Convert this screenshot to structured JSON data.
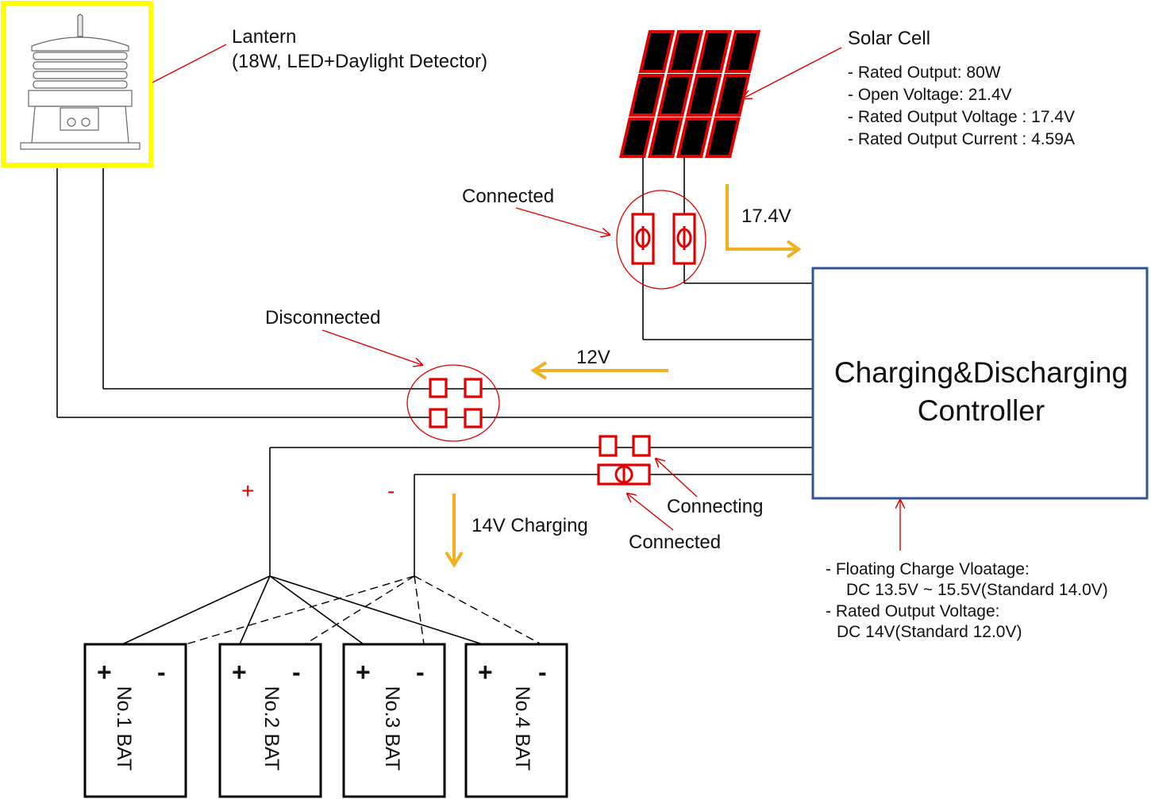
{
  "colors": {
    "lantern_border": "#ffff00",
    "controller_border": "#2f5597",
    "red": "#e00000",
    "flow_arrow": "#f0b020",
    "solar_cell_fill": "#000000"
  },
  "lantern": {
    "title": "Lantern",
    "subtitle": "(18W,  LED+Daylight Detector)"
  },
  "solar_cell": {
    "title": "Solar Cell",
    "specs": [
      "- Rated Output: 80W",
      "- Open Voltage: 21.4V",
      "- Rated Output Voltage : 17.4V",
      "- Rated Output Current : 4.59A"
    ]
  },
  "labels": {
    "connected_solar": "Connected",
    "disconnected": "Disconnected",
    "connecting": "Connecting",
    "connected_battery": "Connected"
  },
  "flows": {
    "solar": "17.4V",
    "lantern": "12V",
    "battery": "14V Charging"
  },
  "controller": {
    "line1": "Charging&Discharging",
    "line2": "Controller",
    "specs": [
      "- Floating Charge Vloatage:",
      "DC 13.5V ~ 15.5V(Standard 14.0V)",
      "- Rated Output Voltage:",
      "DC 14V(Standard 12.0V)"
    ]
  },
  "polarity": {
    "positive": "+",
    "negative": "-"
  },
  "batteries": [
    {
      "label": "No.1 BAT",
      "plus": "+",
      "minus": "-"
    },
    {
      "label": "No.2 BAT",
      "plus": "+",
      "minus": "-"
    },
    {
      "label": "No.3 BAT",
      "plus": "+",
      "minus": "-"
    },
    {
      "label": "No.4 BAT",
      "plus": "+",
      "minus": "-"
    }
  ]
}
